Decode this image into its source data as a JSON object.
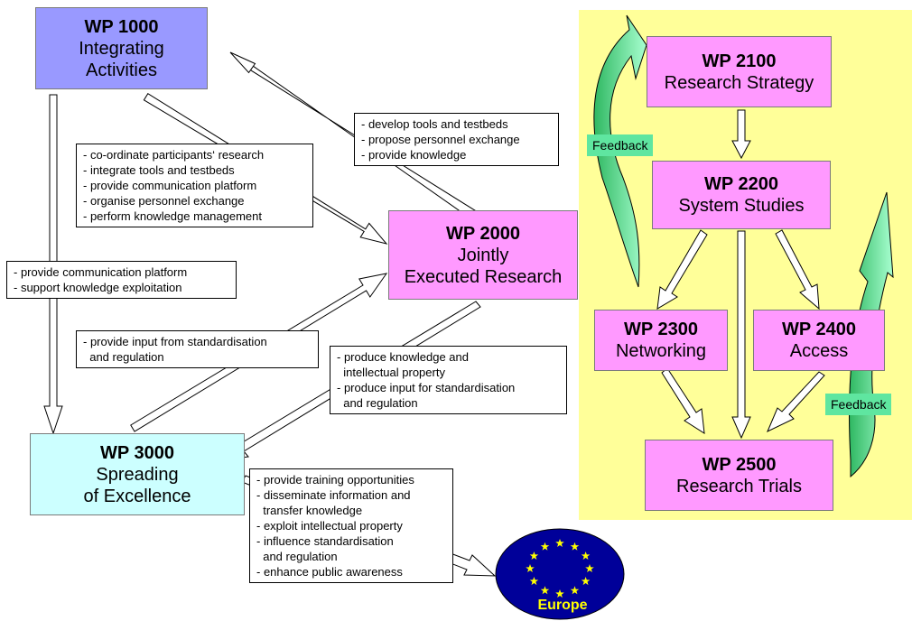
{
  "wp1000": {
    "id": "WP 1000",
    "lines": [
      "Integrating",
      "Activities"
    ]
  },
  "wp2000": {
    "id": "WP 2000",
    "lines": [
      "Jointly",
      "Executed Research"
    ]
  },
  "wp3000": {
    "id": "WP 3000",
    "lines": [
      "Spreading",
      "of Excellence"
    ]
  },
  "wp2100": {
    "id": "WP 2100",
    "lines": [
      "Research Strategy"
    ]
  },
  "wp2200": {
    "id": "WP 2200",
    "lines": [
      "System Studies"
    ]
  },
  "wp2300": {
    "id": "WP 2300",
    "lines": [
      "Networking"
    ]
  },
  "wp2400": {
    "id": "WP 2400",
    "lines": [
      "Access"
    ]
  },
  "wp2500": {
    "id": "WP 2500",
    "lines": [
      "Research Trials"
    ]
  },
  "notes": {
    "wp2000_to_wp1000": [
      "- develop tools and testbeds",
      "- propose personnel exchange",
      "- provide knowledge"
    ],
    "wp1000_to_wp2000": [
      "- co-ordinate participants‘ research",
      "- integrate tools and testbeds",
      "- provide communication platform",
      "- organise personnel exchange",
      "- perform knowledge management"
    ],
    "wp1000_to_wp3000": [
      "- provide communication platform",
      "- support knowledge exploitation"
    ],
    "wp3000_to_wp2000": [
      "- provide input from standardisation",
      "  and regulation"
    ],
    "wp2000_to_wp3000": [
      "- produce knowledge and",
      "  intellectual property",
      "- produce input for standardisation",
      "  and regulation"
    ],
    "wp3000_to_europe": [
      "- provide training opportunities",
      "- disseminate information and",
      "  transfer knowledge",
      "- exploit intellectual property",
      "- influence standardisation",
      "  and regulation",
      "- enhance public awareness"
    ]
  },
  "feedback_top": "Feedback",
  "feedback_bottom": "Feedback",
  "europe": "Europe",
  "colors": {
    "wp1000": "#9999ff",
    "wp2000": "#ff99ff",
    "wp3000": "#ccffff",
    "research_panel": "#ffff99",
    "feedback": "#5fe6a0",
    "feedback_arrow": "#4cce7c",
    "europe_flag": "#000099",
    "europe_stars": "#ffff00"
  }
}
